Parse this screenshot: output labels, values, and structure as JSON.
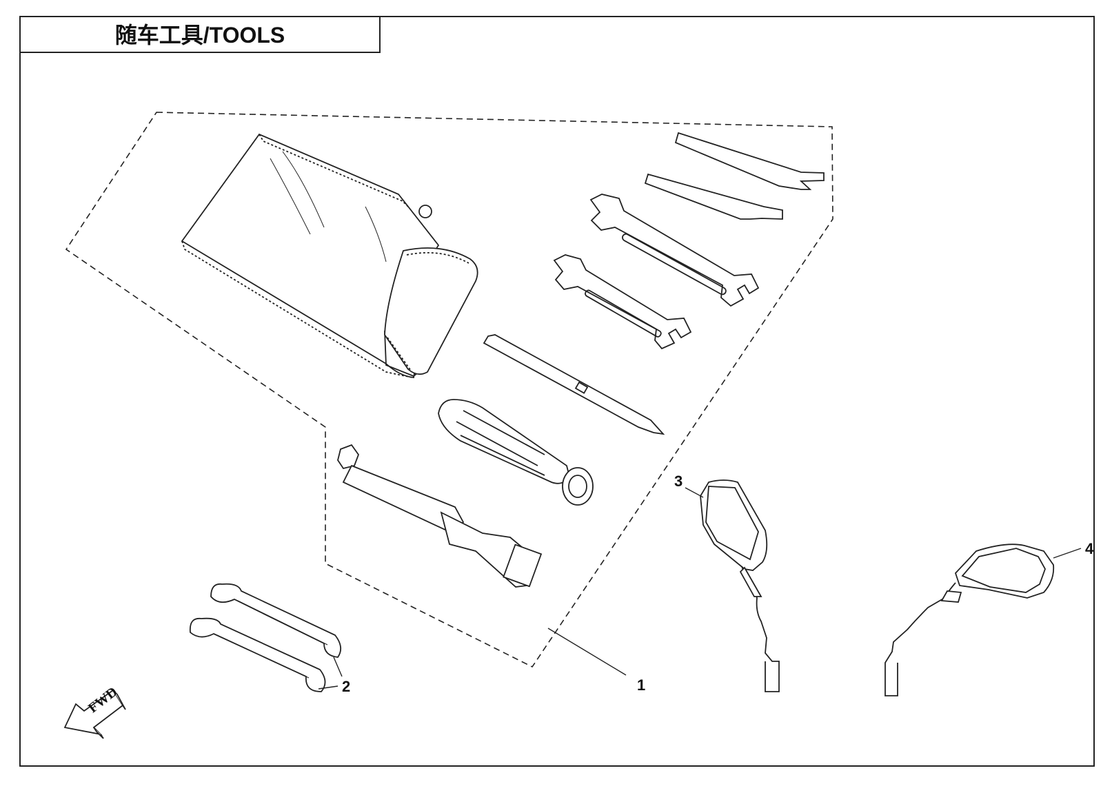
{
  "title": "随车工具/TOOLS",
  "callouts": [
    {
      "id": "1",
      "label": "1"
    },
    {
      "id": "2",
      "label": "2"
    },
    {
      "id": "3",
      "label": "3"
    },
    {
      "id": "4",
      "label": "4"
    }
  ],
  "fwd_label": "FWD",
  "parts": [
    {
      "callout": "1",
      "icon": "tool-kit-icon"
    },
    {
      "callout": "2",
      "icon": "rubber-strap-icon"
    },
    {
      "callout": "3",
      "icon": "left-mirror-icon"
    },
    {
      "callout": "4",
      "icon": "right-mirror-icon"
    }
  ],
  "colors": {
    "line": "#222222",
    "background": "#ffffff",
    "fill": "#ffffff"
  }
}
